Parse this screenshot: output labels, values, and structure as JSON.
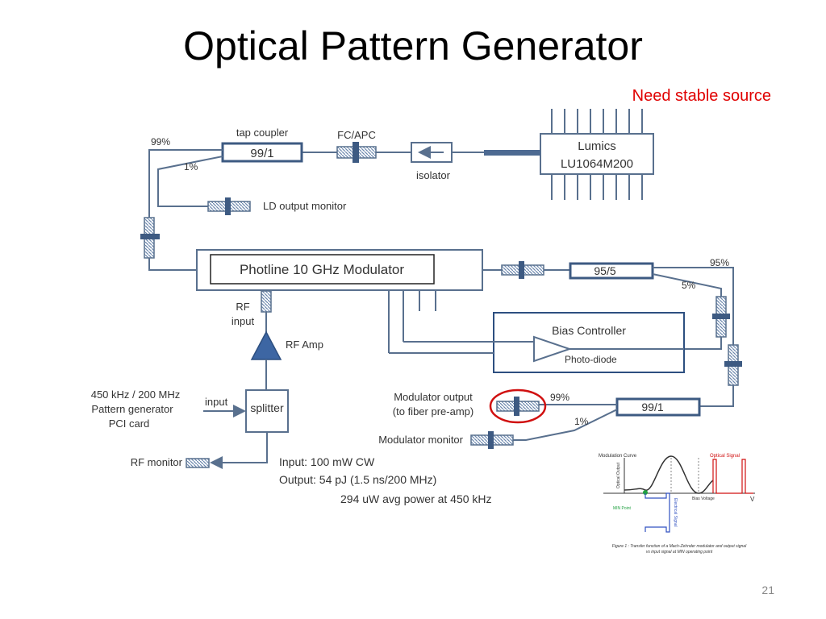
{
  "slide": {
    "title": "Optical Pattern Generator",
    "note": "Need stable source",
    "page_number": "21"
  },
  "diagram": {
    "laser": {
      "line1": "Lumics",
      "line2": "LU1064M200"
    },
    "isolator_label": "isolator",
    "fc_apc_label": "FC/APC",
    "tap_coupler_label": "tap coupler",
    "tap_coupler_ratio": "99/1",
    "tap_99": "99%",
    "tap_1": "1%",
    "ld_monitor_label": "LD output monitor",
    "modulator_label": "Photline 10 GHz Modulator",
    "rf_input_l1": "RF",
    "rf_input_l2": "input",
    "rf_amp_label": "RF Amp",
    "pattern_gen_l1": "450 kHz / 200 MHz",
    "pattern_gen_l2": "Pattern generator",
    "pattern_gen_l3": "PCI card",
    "input_label": "input",
    "splitter_label": "splitter",
    "rf_monitor_label": "RF monitor",
    "coupler2_ratio": "95/5",
    "c2_95": "95%",
    "c2_5": "5%",
    "bias_controller_label": "Bias Controller",
    "photodiode_label": "Photo-diode",
    "mod_output_l1": "Modulator output",
    "mod_output_l2": "(to fiber pre-amp)",
    "c3_99": "99%",
    "c3_1": "1%",
    "coupler3_ratio": "99/1",
    "mod_monitor_label": "Modulator monitor",
    "specs_l1": "Input:  100 mW CW",
    "specs_l2": "Output:   54 pJ  (1.5 ns/200 MHz)",
    "specs_l3": "294 uW avg power at 450 kHz"
  },
  "inset": {
    "modulation_curve": "Modulation Curve",
    "optical_output": "Optical Output",
    "optical_signal": "Optical Signal",
    "bias_voltage": "Bias Voltage",
    "v_label": "V",
    "min_point": "MIN Point",
    "electrical_signal": "Electrical Signal",
    "caption_l1": "Figure 1 : Transfer function of a Mach-Zehnder modulator and output signal",
    "caption_l2": "vs input signal at MIN operating point"
  },
  "colors": {
    "title": "#000000",
    "note": "#e00000",
    "component_blue": "#3d5a82",
    "fiber_line": "#59708e",
    "highlight_circle": "#d01010"
  }
}
